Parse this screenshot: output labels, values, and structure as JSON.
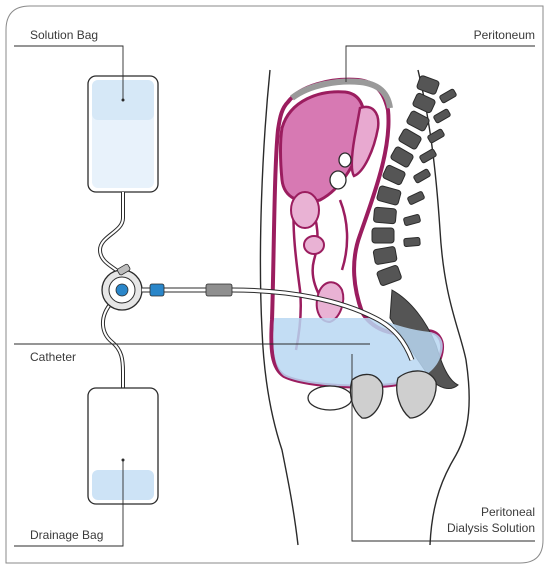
{
  "labels": {
    "solution_bag": "Solution Bag",
    "peritoneum": "Peritoneum",
    "catheter": "Catheter",
    "peritoneal_line1": "Peritoneal",
    "peritoneal_line2": "Dialysis Solution",
    "drainage_bag": "Drainage Bag"
  },
  "colors": {
    "outline": "#2b2b2b",
    "peritoneum": "#9b1d5f",
    "organ_fill": "#d779b3",
    "solution_fill": "#b9d7f2",
    "spine": "#555555",
    "connector_blue": "#2a86c9",
    "frame": "#8a8a8a"
  }
}
